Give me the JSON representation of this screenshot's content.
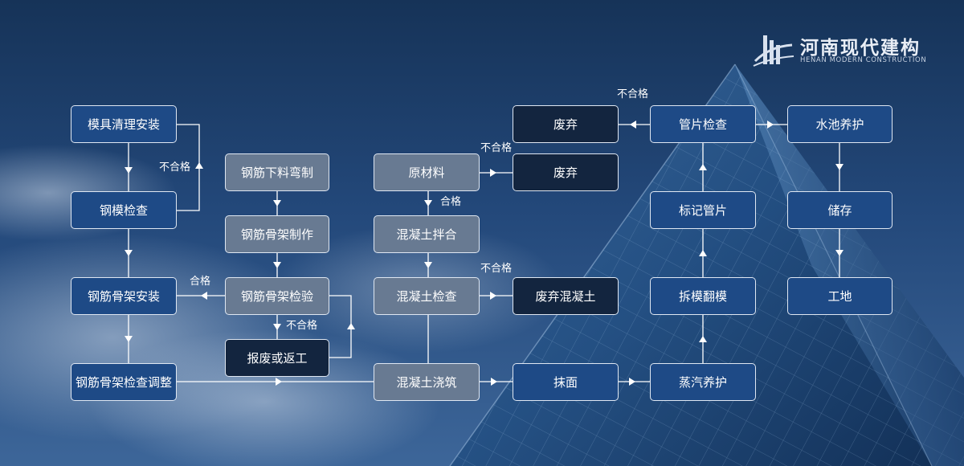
{
  "logo": {
    "title": "河南现代建构",
    "subtitle": "HENAN MODERN CONSTRUCTION"
  },
  "nodes": {
    "mold_clean_install": "模具清理安装",
    "mold_inspect": "钢模检查",
    "cage_install": "钢筋骨架安装",
    "cage_inspect_adjust": "钢筋骨架检查调整",
    "rebar_cut_bend": "钢筋下料弯制",
    "cage_make": "钢筋骨架制作",
    "cage_inspect": "钢筋骨架检验",
    "scrap_or_rework": "报废或返工",
    "raw_material": "原材料",
    "concrete_mix": "混凝土拌合",
    "concrete_inspect": "混凝土检查",
    "concrete_pour": "混凝土浇筑",
    "discard_1": "废弃",
    "discard_2": "废弃",
    "discard_concrete": "废弃混凝土",
    "trowel": "抹面",
    "segment_inspect": "管片检查",
    "mark_segment": "标记管片",
    "demold": "拆模翻模",
    "steam_cure": "蒸汽养护",
    "pool_cure": "水池养护",
    "storage": "储存",
    "site": "工地"
  },
  "labels": {
    "fail_mold": "不合格",
    "pass_cage": "合格",
    "fail_cage": "不合格",
    "fail_raw": "不合格",
    "pass_raw": "合格",
    "fail_concrete": "不合格",
    "fail_segment": "不合格"
  },
  "colors": {
    "node_blue": "#1e4a86",
    "node_gray": "#687a92",
    "node_dark": "#13253f",
    "border": "#dfe7f2",
    "connector": "#ffffff"
  }
}
